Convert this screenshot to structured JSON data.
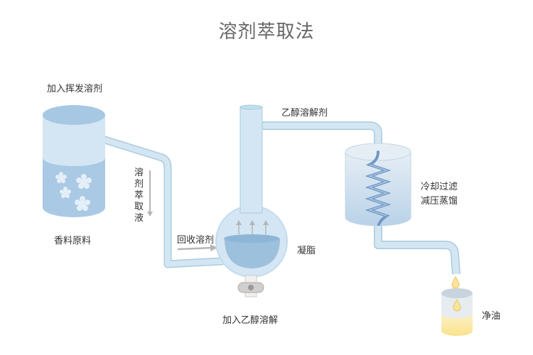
{
  "title": "溶剂萃取法",
  "labels": {
    "add_volatile_solvent": "加入挥发溶剂",
    "raw_material": "香料原料",
    "solvent_extract": "溶剂萃取液",
    "recover_solvent": "回收溶剂",
    "ethanol_solvent": "乙醇溶解剂",
    "concrete": "凝脂",
    "add_ethanol": "加入乙醇溶解",
    "cool_filter": "冷却过滤",
    "vacuum_distill": "减压蒸馏",
    "pure_oil": "净油"
  },
  "colors": {
    "pipe": "#d3e6f2",
    "pipe_stroke": "#a9cbe0",
    "liquid": "#9dc0dc",
    "tank_top": "#c9dff0",
    "oil": "#fbe9a6",
    "arrow": "#b5b5b5"
  }
}
